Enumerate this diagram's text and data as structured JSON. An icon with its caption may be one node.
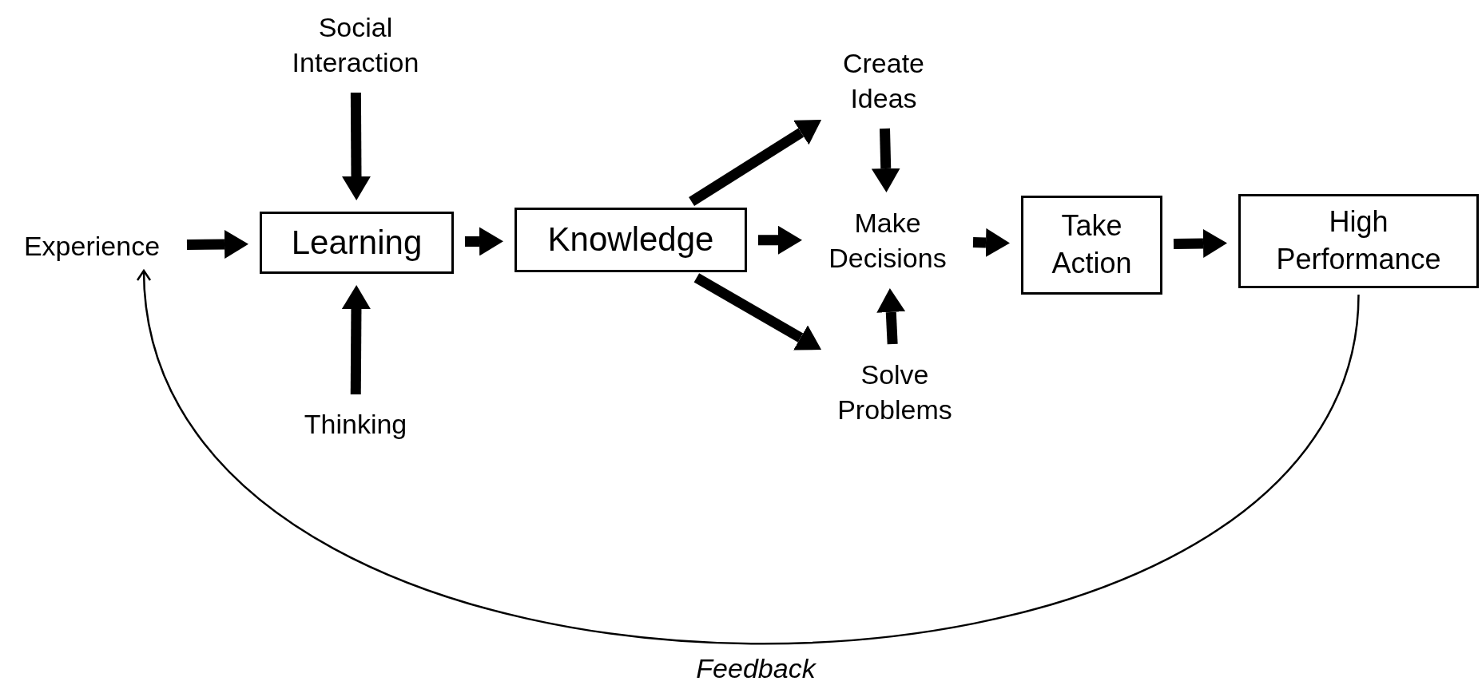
{
  "diagram": {
    "nodes": [
      {
        "text": [
          "Experience"
        ]
      },
      {
        "text": [
          "Social Interaction"
        ]
      },
      {
        "text": [
          "Learning"
        ]
      },
      {
        "text": [
          "Thinking"
        ]
      },
      {
        "text": [
          "Knowledge"
        ]
      },
      {
        "text": [
          "Create Ideas"
        ]
      },
      {
        "text": [
          "Make Decisions"
        ]
      },
      {
        "text": [
          "Solve Problems"
        ]
      },
      {
        "text": [
          "Take Action"
        ]
      },
      {
        "text": [
          "High Performance"
        ]
      }
    ],
    "edges": [
      {
        "from": 0,
        "to": 2,
        "arrow": "to"
      },
      {
        "from": 1,
        "to": 2,
        "arrow": "to"
      },
      {
        "from": 3,
        "to": 2,
        "arrow": "to"
      },
      {
        "from": 2,
        "to": 4,
        "arrow": "to"
      },
      {
        "from": 4,
        "to": 5,
        "arrow": "to"
      },
      {
        "from": 4,
        "to": 6,
        "arrow": "to"
      },
      {
        "from": 4,
        "to": 7,
        "arrow": "to"
      },
      {
        "from": 5,
        "to": 6,
        "arrow": "to"
      },
      {
        "from": 7,
        "to": 6,
        "arrow": "to"
      },
      {
        "from": 6,
        "to": 8,
        "arrow": "to"
      },
      {
        "from": 8,
        "to": 9,
        "arrow": "to"
      },
      {
        "from": 9,
        "to": 0,
        "arrow": "to",
        "label": "Feedback"
      }
    ]
  }
}
